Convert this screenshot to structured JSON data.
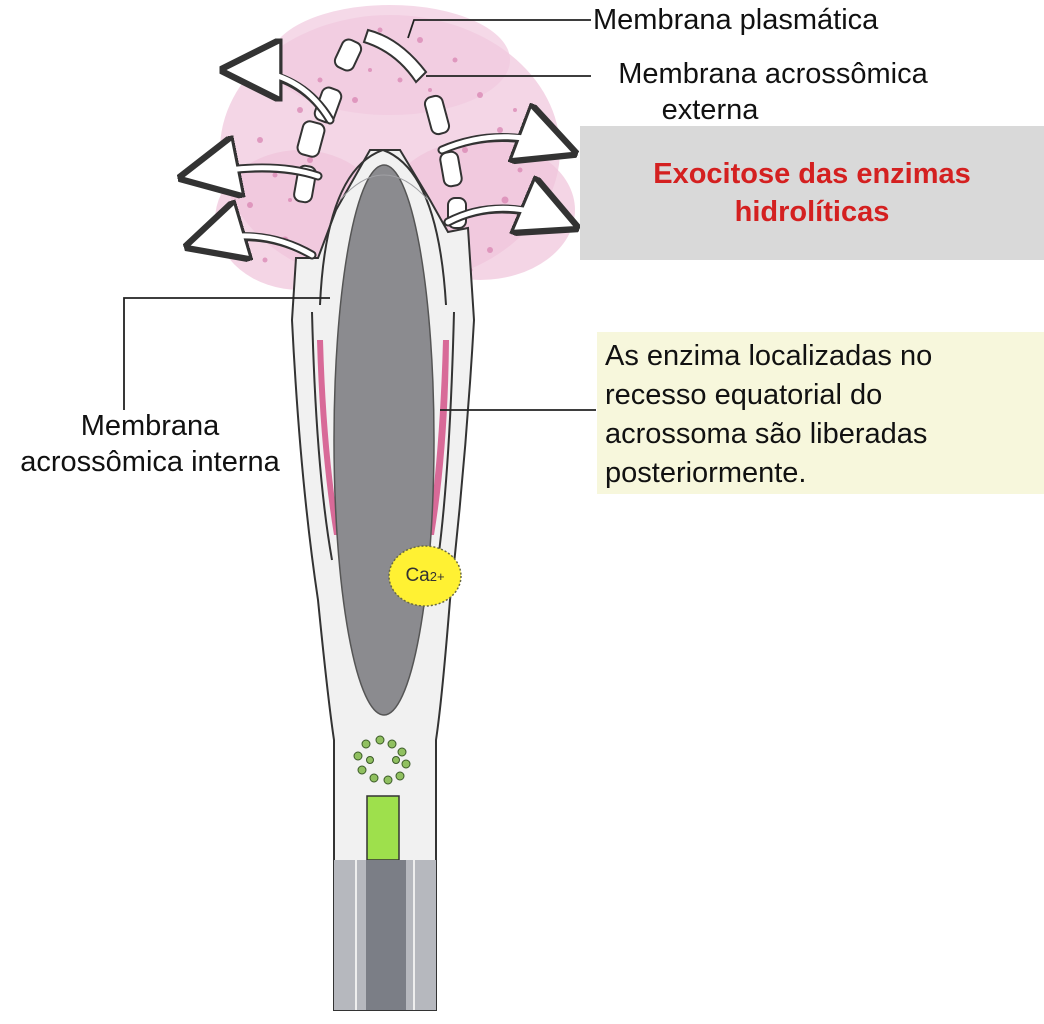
{
  "labels": {
    "plasma_membrane": "Membrana plasmática",
    "outer_membrane_line1": "Membrana acrossômica",
    "outer_membrane_line2": "externa",
    "inner_membrane_line1": "Membrana",
    "inner_membrane_line2": "acrossômica interna",
    "exocytosis_line1": "Exocitose das enzimas",
    "exocytosis_line2": "hidrolíticas",
    "enzymes_line1": "As enzima localizadas no",
    "enzymes_line2": "recesso equatorial do",
    "enzymes_line3": "acrossoma são liberadas",
    "enzymes_line4": "posteriormente.",
    "calcium": "Ca",
    "calcium_charge": "2+"
  },
  "colors": {
    "enzyme_cloud": "#e9a8cc",
    "nucleus": "#8b8b8f",
    "membrane_line": "#222222",
    "exocytosis_text": "#d42020",
    "exocytosis_box": "#d9d9d9",
    "enzymes_box": "#f7f7dc",
    "calcium_ion": "#fff133",
    "equatorial_segment": "#d86a98",
    "centriole": "#90c060",
    "mitochondrion_marker": "#9ee04c"
  }
}
